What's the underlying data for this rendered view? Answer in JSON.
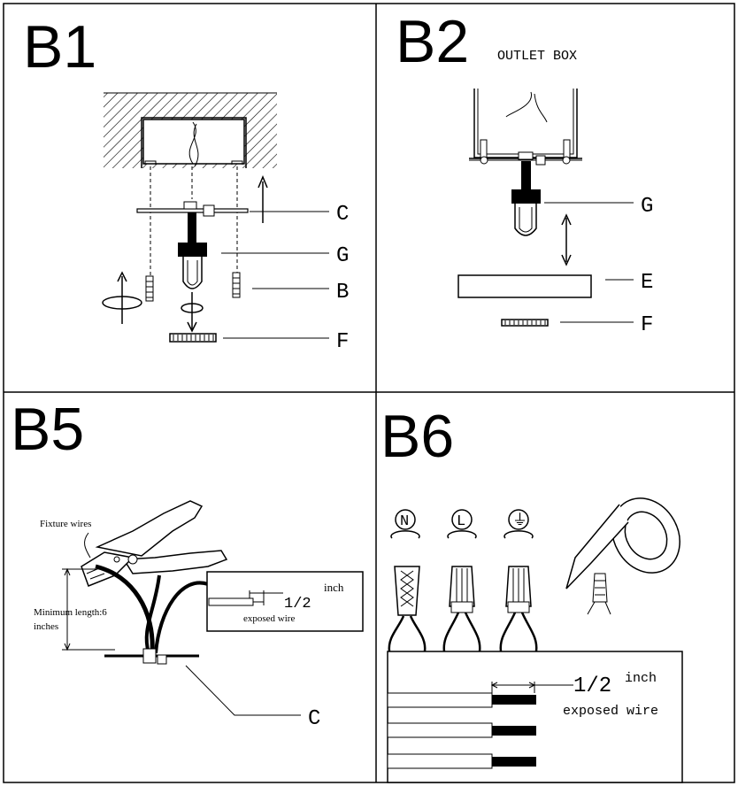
{
  "panels": {
    "b1": {
      "title": "B1",
      "labels": {
        "c": "C",
        "g": "G",
        "b": "B",
        "f": "F"
      }
    },
    "b2": {
      "title": "B2",
      "outlet_box": "OUTLET BOX",
      "labels": {
        "g": "G",
        "e": "E",
        "f": "F"
      }
    },
    "b5": {
      "title": "B5",
      "fixture_wires": "Fixture wires",
      "min_length_line1": "Minimum length:6",
      "min_length_line2": "inches",
      "half": "1/2",
      "inch": "inch",
      "exposed": "exposed wire",
      "label_c": "C"
    },
    "b6": {
      "title": "B6",
      "symbols": [
        "N",
        "L",
        "⏚"
      ],
      "half": "1/2",
      "inch": "inch",
      "exposed": "exposed wire"
    }
  }
}
